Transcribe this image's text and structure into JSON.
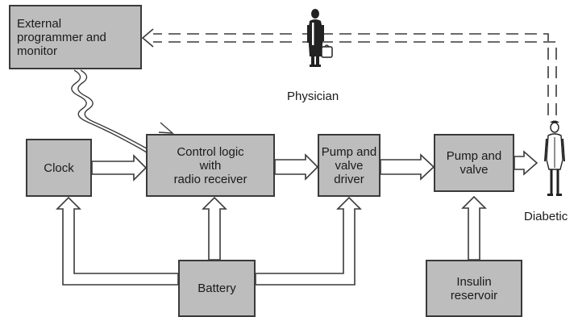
{
  "blocks": {
    "external": "External\nprogrammer and\nmonitor",
    "clock": "Clock",
    "control": "Control logic\nwith\nradio receiver",
    "driver": "Pump and\nvalve\ndriver",
    "pump": "Pump and\nvalve",
    "battery": "Battery",
    "insulin": "Insulin\nreservoir"
  },
  "figures": {
    "physician": "Physician",
    "diabetic": "Diabetic"
  },
  "colors": {
    "block_fill": "#bdbdbd",
    "line": "#3a3a3a",
    "arrow_fill": "#ffffff",
    "figure_dark": "#222222"
  }
}
